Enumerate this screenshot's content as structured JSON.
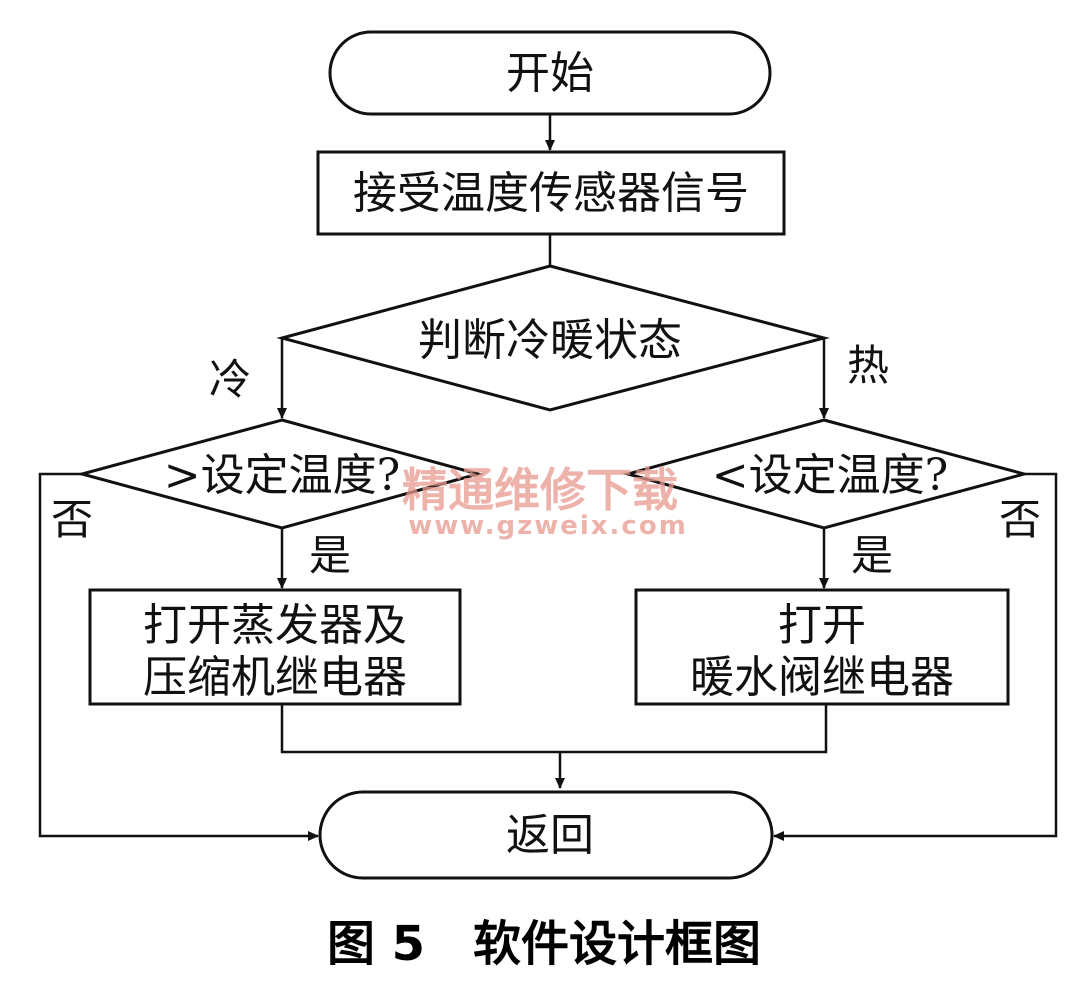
{
  "nodes": {
    "start": "开始",
    "receive": "接受温度传感器信号",
    "judge": "判断冷暖状态",
    "cond_cold": ">设定温度?",
    "cond_hot": "<设定温度?",
    "action_cold_line1": "打开蒸发器及",
    "action_cold_line2": "压缩机继电器",
    "action_hot_line1": "打开",
    "action_hot_line2": "暖水阀继电器",
    "end": "返回"
  },
  "edges": {
    "cold": "冷",
    "hot": "热",
    "no_left": "否",
    "no_right": "否",
    "yes_left": "是",
    "yes_right": "是"
  },
  "watermark": {
    "cn": "精通维修下载",
    "url": "www.gzweix.com"
  },
  "caption": "图 5　软件设计框图"
}
